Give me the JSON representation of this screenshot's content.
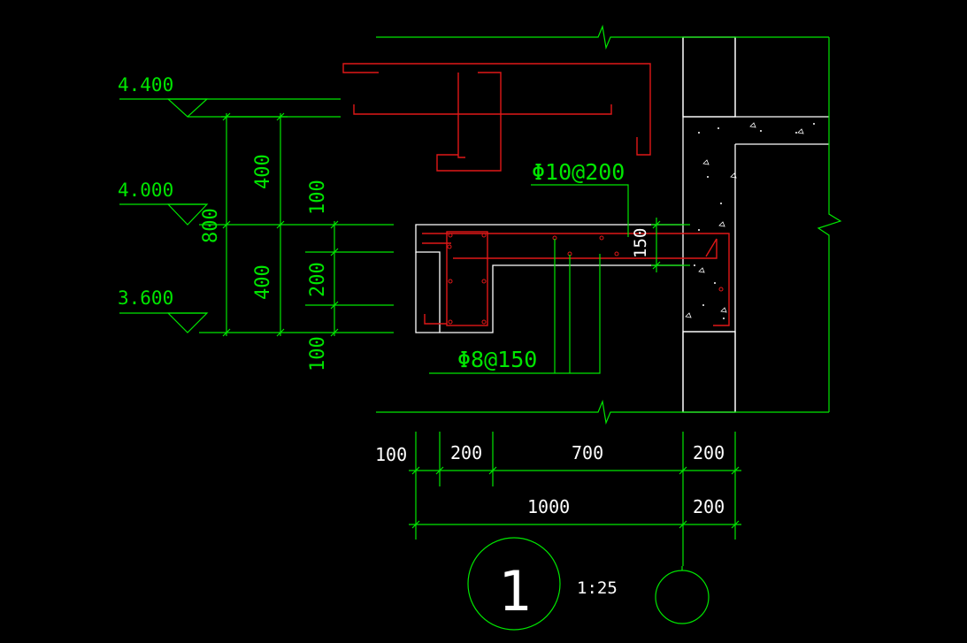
{
  "elevations": [
    "4.400",
    "4.000",
    "3.600"
  ],
  "vertical_dims": {
    "upper": "400",
    "lower": "400",
    "total": "800",
    "top_gap": "100",
    "slab": "200",
    "bottom_gap": "100"
  },
  "rebar_labels": {
    "top": "Φ10@200",
    "bottom": "Φ8@150",
    "thickness": "150"
  },
  "horizontal_dims": {
    "row1": [
      "100",
      "200",
      "700",
      "200"
    ],
    "row2": [
      "1000",
      "200"
    ]
  },
  "detail": {
    "number": "1",
    "scale": "1:25"
  },
  "colors": {
    "dimension": "#00e600",
    "rebar": "#e01818",
    "outline": "#ffffff",
    "background": "#000000"
  }
}
